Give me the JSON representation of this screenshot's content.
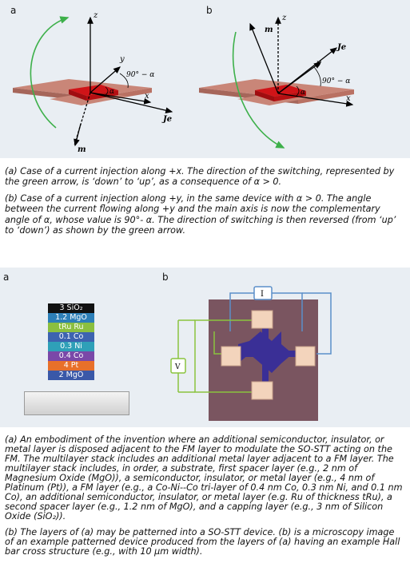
{
  "figure1": {
    "panel_a_label": "a",
    "panel_b_label": "b",
    "a": {
      "axis_z": "z",
      "axis_y": "y",
      "axis_x": "x",
      "angle": "90° − α",
      "alpha": "α",
      "current": "Je",
      "moment": "m"
    },
    "b": {
      "axis_z": "z",
      "axis_y": "y",
      "axis_x": "x",
      "angle": "90° − α",
      "alpha": "α",
      "current": "Je",
      "moment": "m"
    }
  },
  "caption1": {
    "a": "(a) Case of a current injection along +x. The direction of the switching, represented by the green arrow, is ‘down’ to ‘up’, as a consequence of α > 0.",
    "b": "(b) Case of a current injection along +y, in the same device with α > 0. The angle between the current flowing along +y and the main axis is now the complementary angle of α, whose value is 90°- α. The direction of switching is then reversed (from ‘up’ to ‘down’) as shown by the green arrow."
  },
  "figure2": {
    "panel_a_label": "a",
    "panel_b_label": "b",
    "stack": [
      {
        "label": "3 SiO₂",
        "color": "#111111"
      },
      {
        "label": "1.2 MgO",
        "color": "#2d7fb8"
      },
      {
        "label": "tRu Ru",
        "color": "#8bbf3f"
      },
      {
        "label": "0.1 Co",
        "color": "#3d63b0"
      },
      {
        "label": "0.3 Ni",
        "color": "#2fa0b8"
      },
      {
        "label": "0.4 Co",
        "color": "#7a48a8"
      },
      {
        "label": "4 Pt",
        "color": "#e8702a"
      },
      {
        "label": "2 MgO",
        "color": "#3a58a8"
      }
    ],
    "current_symbol": "I",
    "voltage_symbol": "V"
  },
  "caption2": {
    "a": "(a) An embodiment of the invention where an additional semiconductor, insulator, or metal layer is disposed adjacent to the FM layer to modulate the SO-STT acting on the FM. The multilayer stack includes an additional metal layer adjacent to a FM layer. The multilayer stack includes, in order, a substrate, first spacer layer (e.g., 2 nm of Magnesium Oxide (MgO)), a semiconductor, insulator, or metal layer (e.g., 4 nm of Platinum (Pt)), a FM layer (e.g., a Co-Ni--Co tri-layer of 0.4 nm Co, 0.3 nm Ni, and 0.1 nm Co), an additional semiconductor, insulator, or metal layer (e.g. Ru of thickness tRu), a second spacer layer (e.g., 1.2 nm of MgO), and a capping layer (e.g., 3 nm of Silicon Oxide (SiO₂)).",
    "b": "(b) The layers of (a) may be patterned into a SO-STT device. (b) is a microscopy image of an example patterned device produced from the layers of (a) having an example Hall bar cross structure (e.g., with 10 μm width)."
  }
}
